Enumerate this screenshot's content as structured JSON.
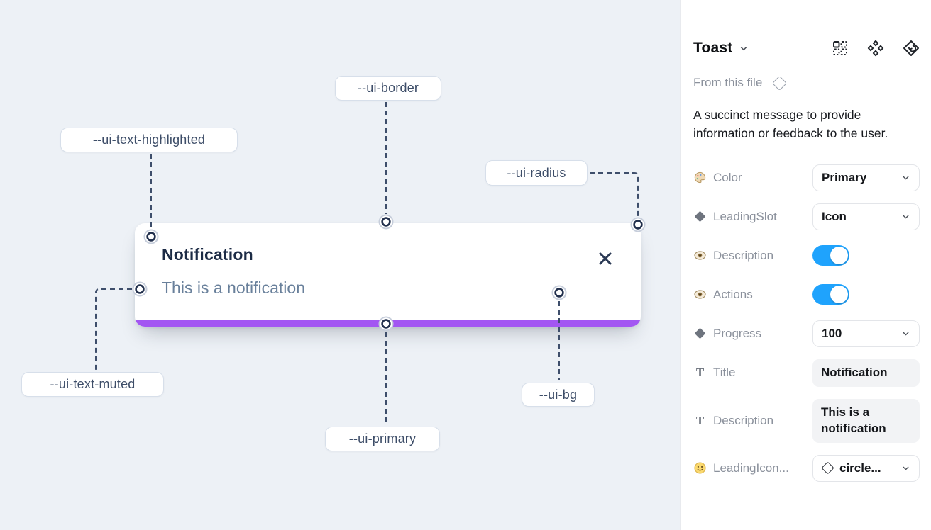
{
  "canvas": {
    "toast": {
      "title": "Notification",
      "description": "This is a notification"
    },
    "tokens": {
      "border": "--ui-border",
      "text_highlighted": "--ui-text-highlighted",
      "radius": "--ui-radius",
      "text_muted": "--ui-text-muted",
      "primary": "--ui-primary",
      "bg": "--ui-bg"
    },
    "colors": {
      "canvas_bg": "#edf1f6",
      "primary_bar": "#a356f2",
      "connector": "#3e4e6b"
    }
  },
  "panel": {
    "title": "Toast",
    "source_label": "From this file",
    "description": "A succinct message to provide information or feedback to the user.",
    "colors": {
      "toggle_on": "#1fa3fd"
    },
    "rows": {
      "color": {
        "label": "Color",
        "value": "Primary"
      },
      "leading_slot": {
        "label": "LeadingSlot",
        "value": "Icon"
      },
      "description_toggle": {
        "label": "Description"
      },
      "actions_toggle": {
        "label": "Actions"
      },
      "progress": {
        "label": "Progress",
        "value": "100"
      },
      "title_field": {
        "label": "Title",
        "value": "Notification"
      },
      "description_field": {
        "label": "Description",
        "value": "This is a notification"
      },
      "leading_icon": {
        "label": "LeadingIcon...",
        "value": "circle..."
      }
    }
  }
}
